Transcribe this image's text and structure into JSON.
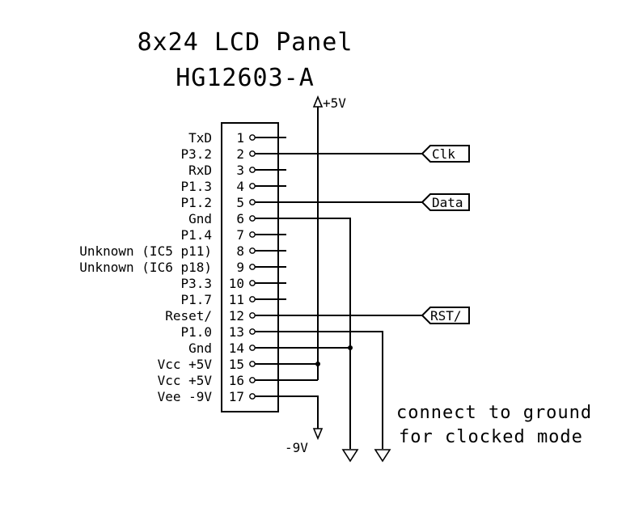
{
  "title": {
    "line1": "8x24 LCD Panel",
    "line2": "HG12603-A"
  },
  "pins": [
    {
      "num": "1",
      "label": "TxD"
    },
    {
      "num": "2",
      "label": "P3.2"
    },
    {
      "num": "3",
      "label": "RxD"
    },
    {
      "num": "4",
      "label": "P1.3"
    },
    {
      "num": "5",
      "label": "P1.2"
    },
    {
      "num": "6",
      "label": "Gnd"
    },
    {
      "num": "7",
      "label": "P1.4"
    },
    {
      "num": "8",
      "label": "Unknown (IC5 p11)"
    },
    {
      "num": "9",
      "label": "Unknown (IC6 p18)"
    },
    {
      "num": "10",
      "label": "P3.3"
    },
    {
      "num": "11",
      "label": "P1.7"
    },
    {
      "num": "12",
      "label": "Reset/"
    },
    {
      "num": "13",
      "label": "P1.0"
    },
    {
      "num": "14",
      "label": "Gnd"
    },
    {
      "num": "15",
      "label": "Vcc +5V"
    },
    {
      "num": "16",
      "label": "Vcc +5V"
    },
    {
      "num": "17",
      "label": "Vee -9V"
    }
  ],
  "supply": {
    "pos": "+5V",
    "neg": "-9V"
  },
  "signals": {
    "clk": "Clk",
    "data": "Data",
    "rst": "RST/"
  },
  "note": {
    "line1": "connect to ground",
    "line2": "for clocked mode"
  }
}
